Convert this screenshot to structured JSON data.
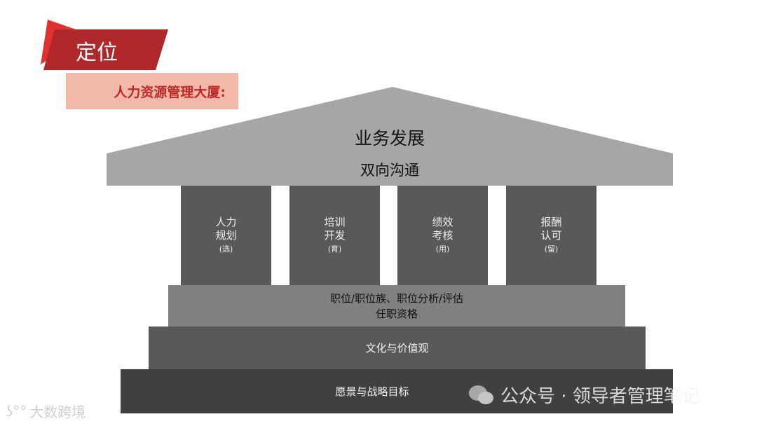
{
  "header": {
    "tag": "定位",
    "subtitle": "人力资源管理大厦:"
  },
  "building": {
    "roof": "业务发展",
    "beam": "双向沟通",
    "pillars": [
      {
        "line1": "人力",
        "line2": "规划",
        "sub": "(选)"
      },
      {
        "line1": "培训",
        "line2": "开发",
        "sub": "(育)"
      },
      {
        "line1": "绩效",
        "line2": "考核",
        "sub": "(用)"
      },
      {
        "line1": "报酬",
        "line2": "认可",
        "sub": "(留)"
      }
    ],
    "step1": {
      "line1": "职位/职位族、职位分析/评估",
      "line2": "任职资格"
    },
    "step2": "文化与价值观",
    "step3": "愿景与战略目标"
  },
  "watermarks": {
    "wechat": "公众号 · 领导者管理笔记",
    "logo": "大数跨境"
  },
  "colors": {
    "accent": "#c0282a",
    "subtitle_bg": "#f2b8a8",
    "roof": "#a6a6a6",
    "pillar": "#595959"
  }
}
